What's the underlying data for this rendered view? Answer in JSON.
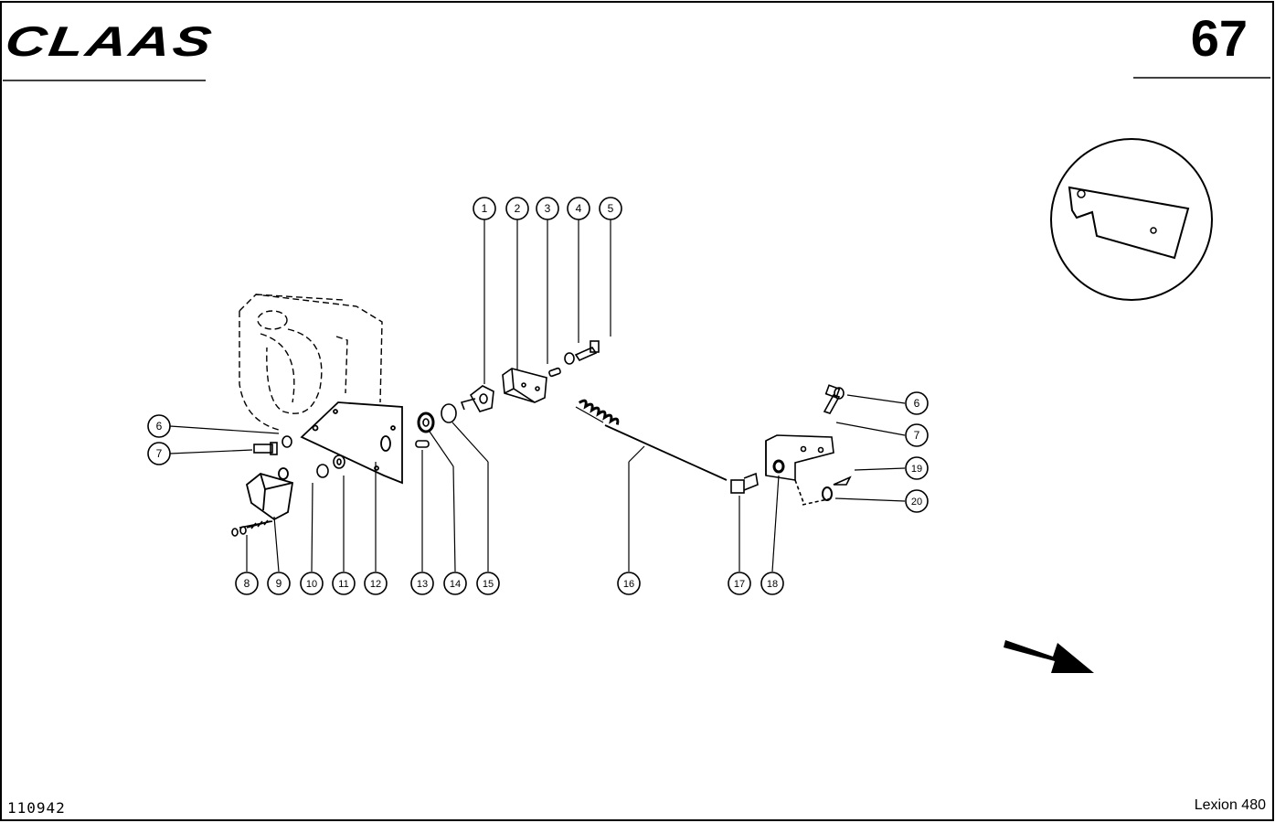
{
  "header": {
    "brand": "CLAAS",
    "page_number": "67"
  },
  "footer": {
    "drawing_number": "110942",
    "model": "Lexion 480"
  },
  "callouts": [
    "1",
    "2",
    "3",
    "4",
    "5",
    "6",
    "7",
    "8",
    "9",
    "10",
    "11",
    "12",
    "13",
    "14",
    "15",
    "16",
    "17",
    "18",
    "19",
    "20"
  ]
}
